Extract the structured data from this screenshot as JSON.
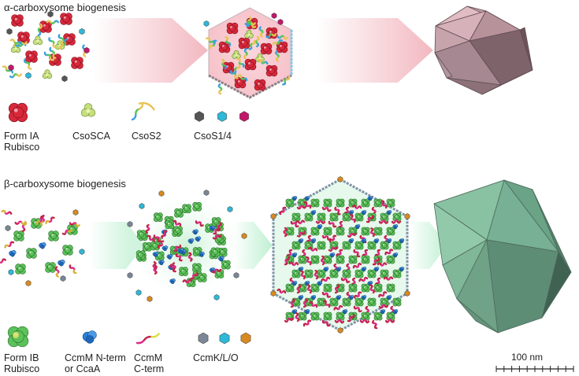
{
  "alpha": {
    "title": "α-carboxysome biogenesis",
    "legend": [
      {
        "line1": "Form IA",
        "line2": "Rubisco",
        "icon": "red-rubisco-icon"
      },
      {
        "line1": "CsoSCA",
        "line2": "",
        "icon": "csosca-icon"
      },
      {
        "line1": "CsoS2",
        "line2": "",
        "icon": "csos2-icon"
      },
      {
        "line1": "CsoS1/4",
        "line2": "",
        "icon": "shell-proteins-icon"
      }
    ],
    "colors": {
      "rubisco": "#d8283a",
      "csosca": "#b8d86a",
      "arrow": "#f3c2c8",
      "shell": "#b79aa2"
    }
  },
  "beta": {
    "title": "β-carboxysome biogenesis",
    "legend": [
      {
        "line1": "Form IB",
        "line2": "Rubisco",
        "icon": "green-rubisco-icon"
      },
      {
        "line1": "CcmM N-term",
        "line2": "or CcaA",
        "icon": "ccmm-nterm-icon"
      },
      {
        "line1": "CcmM",
        "line2": "C-term",
        "icon": "ccmm-cterm-icon"
      },
      {
        "line1": "CcmK/L/O",
        "line2": "",
        "icon": "ccmk-shell-icon"
      }
    ],
    "colors": {
      "rubisco": "#5cc25a",
      "ccmm_n": "#2a7fd8",
      "linker": "#c0254a",
      "arrow": "#c8f0d8",
      "shell": "#8fc5a6"
    }
  },
  "scale_bar": {
    "label": "100 nm"
  }
}
